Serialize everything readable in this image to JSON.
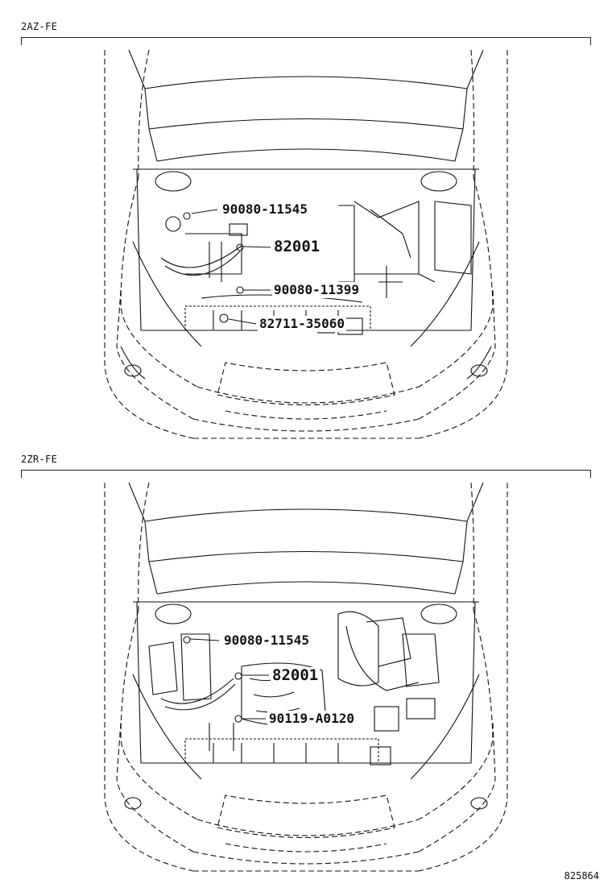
{
  "sections": [
    {
      "label": "2AZ-FE",
      "callouts": [
        "90080-11545",
        "82001",
        "90080-11399",
        "82711-35060"
      ]
    },
    {
      "label": "2ZR-FE",
      "callouts": [
        "90080-11545",
        "82001",
        "90119-A0120"
      ]
    }
  ],
  "reference_number": "825864"
}
